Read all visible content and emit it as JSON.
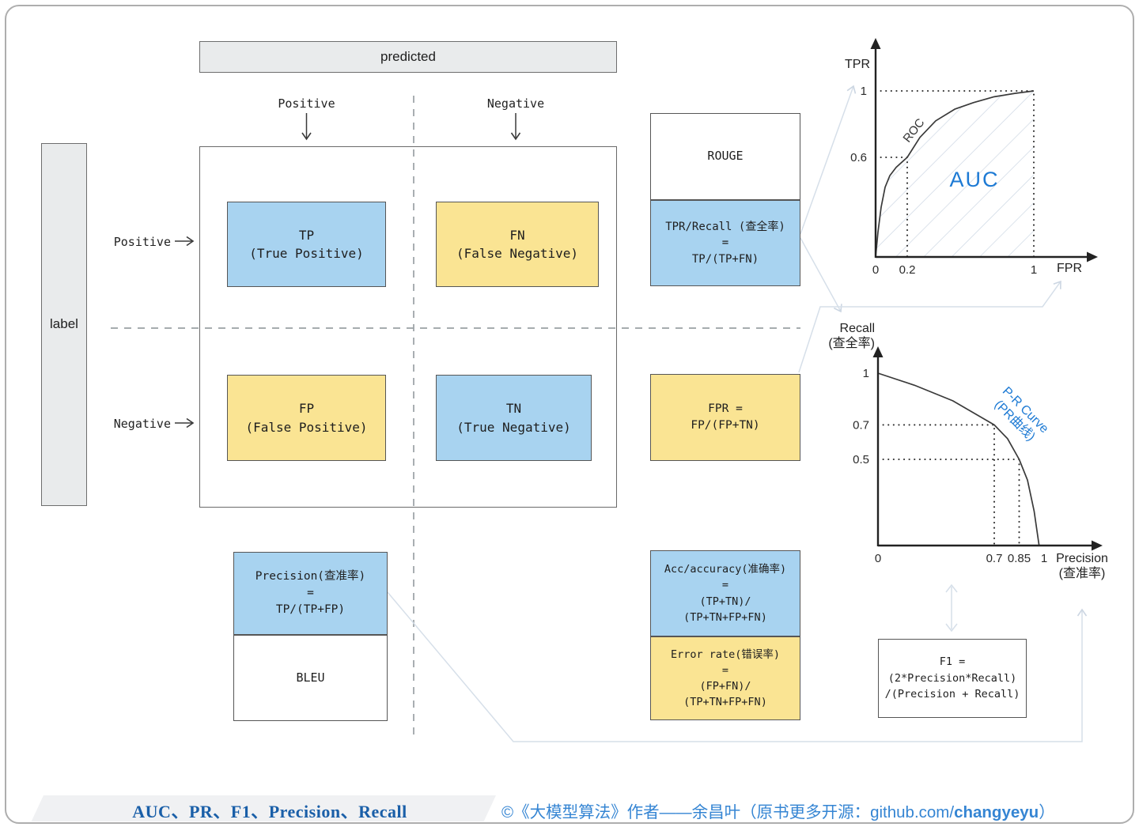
{
  "colors": {
    "cell_blue": "#a8d3f0",
    "cell_yellow": "#fae493",
    "accent_blue": "#1d7ad4",
    "footer_title_blue": "#1a5fa8",
    "footer_credit_blue": "#3585d3"
  },
  "header": {
    "predicted": "predicted",
    "label": "label"
  },
  "matrix": {
    "col_labels": [
      "Positive",
      "Negative"
    ],
    "row_labels": [
      "Positive",
      "Negative"
    ],
    "cells": {
      "tp": [
        "TP",
        "(True Positive)"
      ],
      "fn": [
        "FN",
        "(False Negative)"
      ],
      "fp": [
        "FP",
        "(False Positive)"
      ],
      "tn": [
        "TN",
        "(True Negative)"
      ]
    }
  },
  "metric_boxes": {
    "rouge": "ROUGE",
    "tpr": [
      "TPR/Recall (查全率)",
      "=",
      "TP/(TP+FN)"
    ],
    "fpr": [
      "FPR =",
      "FP/(FP+TN)"
    ],
    "acc": [
      "Acc/accuracy(准确率)",
      "=",
      "(TP+TN)/",
      "(TP+TN+FP+FN)"
    ],
    "error": [
      "Error rate(错误率)",
      "=",
      "(FP+FN)/",
      "(TP+TN+FP+FN)"
    ],
    "precision": [
      "Precision(查准率)",
      "=",
      "TP/(TP+FP)"
    ],
    "bleu": "BLEU",
    "f1": [
      "F1 =",
      "(2*Precision*Recall)",
      "/(Precision + Recall)"
    ]
  },
  "chart_data": [
    {
      "type": "line",
      "name": "roc",
      "xlabel": "FPR",
      "ylabel": "TPR",
      "curve_label": "ROC",
      "area_label": "AUC",
      "xlim": [
        0,
        1
      ],
      "ylim": [
        0,
        1
      ],
      "grid": false,
      "hatched": true,
      "x_ticks": [
        {
          "v": 0,
          "label": "0"
        },
        {
          "v": 0.2,
          "label": "0.2"
        },
        {
          "v": 1,
          "label": "1"
        }
      ],
      "y_ticks": [
        {
          "v": 1,
          "label": "1"
        },
        {
          "v": 0.6,
          "label": "0.6"
        }
      ],
      "points": [
        [
          0,
          0
        ],
        [
          0.015,
          0.15
        ],
        [
          0.035,
          0.3
        ],
        [
          0.06,
          0.42
        ],
        [
          0.09,
          0.49
        ],
        [
          0.13,
          0.54
        ],
        [
          0.2,
          0.6
        ],
        [
          0.28,
          0.72
        ],
        [
          0.38,
          0.82
        ],
        [
          0.5,
          0.89
        ],
        [
          0.62,
          0.93
        ],
        [
          0.75,
          0.965
        ],
        [
          0.88,
          0.985
        ],
        [
          1,
          1
        ]
      ],
      "guides": [
        [
          0.2,
          0.6
        ],
        [
          1,
          1
        ]
      ]
    },
    {
      "type": "line",
      "name": "pr",
      "xlabel": "Precision",
      "xlabel_zh": "(查准率)",
      "ylabel": "Recall",
      "ylabel_zh": "(查全率)",
      "curve_label": "P-R Curve",
      "curve_label_zh": "(PR曲线)",
      "xlim": [
        0,
        1
      ],
      "ylim": [
        0,
        1
      ],
      "grid": false,
      "hatched": false,
      "x_ticks": [
        {
          "v": 0,
          "label": "0"
        },
        {
          "v": 0.7,
          "label": "0.7"
        },
        {
          "v": 0.85,
          "label": "0.85"
        },
        {
          "v": 1,
          "label": "1"
        }
      ],
      "y_ticks": [
        {
          "v": 1,
          "label": "1"
        },
        {
          "v": 0.7,
          "label": "0.7"
        },
        {
          "v": 0.5,
          "label": "0.5"
        }
      ],
      "points": [
        [
          0,
          1
        ],
        [
          0.22,
          0.93
        ],
        [
          0.45,
          0.84
        ],
        [
          0.7,
          0.7
        ],
        [
          0.78,
          0.62
        ],
        [
          0.85,
          0.5
        ],
        [
          0.9,
          0.38
        ],
        [
          0.94,
          0.2
        ],
        [
          0.97,
          0
        ]
      ],
      "guides": [
        [
          0.7,
          0.7
        ],
        [
          0.85,
          0.5
        ]
      ]
    }
  ],
  "footer": {
    "title": "AUC、PR、F1、Precision、Recall",
    "credit_prefix": "©《大模型算法》作者——余昌叶（原书更多开源：github.com/",
    "credit_bold": "changyeyu",
    "credit_suffix": "）"
  }
}
